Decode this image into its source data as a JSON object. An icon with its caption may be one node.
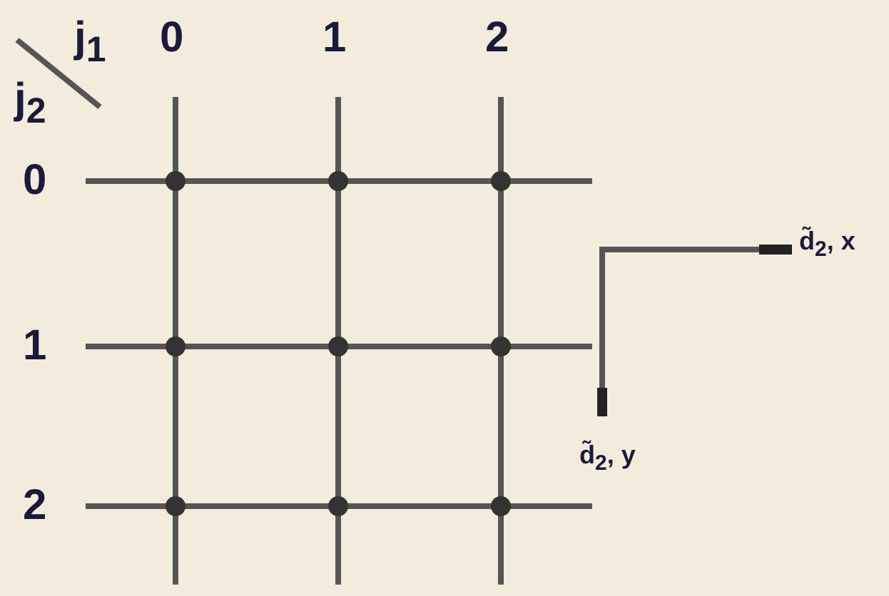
{
  "diagram": {
    "labels": [
      "j$_{1}$",
      "0",
      "1",
      "2",
      "j$_{2}$",
      "0",
      "1",
      "2",
      "d̃$_{2}$, x",
      "d̃$_{2}$, y"
    ]
  }
}
